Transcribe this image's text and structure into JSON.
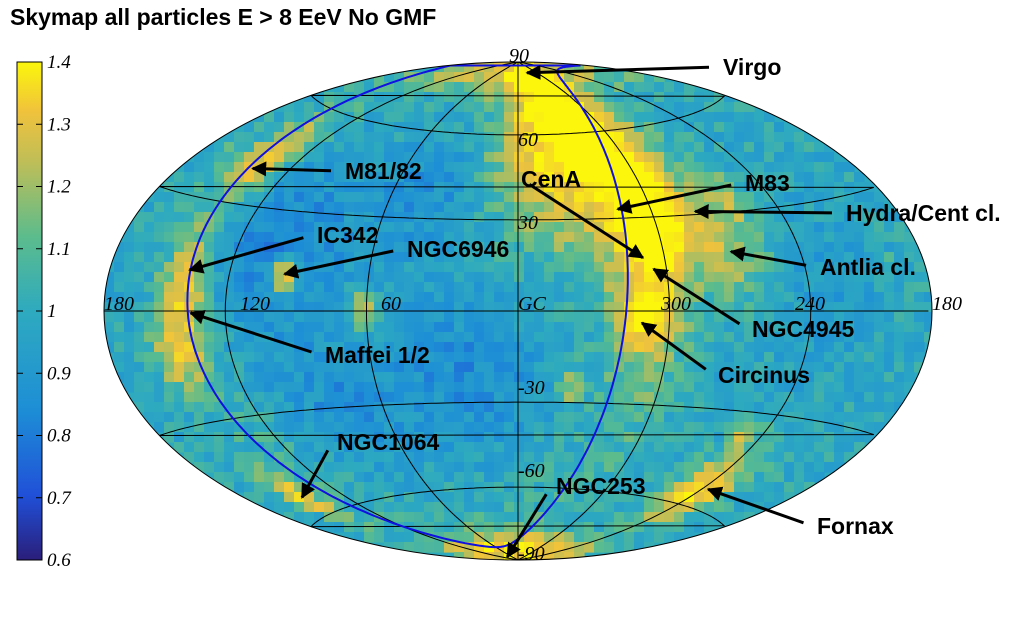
{
  "title": "Skymap all particles E > 8 EeV No GMF",
  "projection": "hammer-aitoff",
  "colors": {
    "background": "#2eaabf",
    "hot": "#fbf40c",
    "warm": "#e9c43c",
    "cool": "#1d8ed6",
    "supergalactic_plane": "#1010e0",
    "grid": "#000000"
  },
  "colorbar": {
    "min": 0.6,
    "max": 1.4,
    "labels": [
      "1.4",
      "1.3",
      "1.2",
      "1.1",
      "1",
      "0.9",
      "0.8",
      "0.7",
      "0.6"
    ]
  },
  "latitude_labels": [
    "90",
    "60",
    "30",
    "-30",
    "-60",
    "-90"
  ],
  "longitude_labels": [
    "180",
    "120",
    "60",
    "GC",
    "300",
    "240",
    "180"
  ],
  "hotspots": [
    {
      "lon": 138,
      "lat": 44,
      "lon_radius": 10,
      "lat_radius": 8,
      "intensity": 1.3
    },
    {
      "lon": 140,
      "lat": 6,
      "lon_radius": 8,
      "lat_radius": 12,
      "intensity": 1.3
    },
    {
      "lon": 146,
      "lat": -12,
      "lon_radius": 8,
      "lat_radius": 6,
      "intensity": 1.2
    },
    {
      "lon": 95.5,
      "lat": 11,
      "lon_radius": 4,
      "lat_radius": 4,
      "intensity": 1.4
    },
    {
      "lon": 62,
      "lat": 0,
      "lon_radius": 4,
      "lat_radius": 4,
      "intensity": 1.3
    },
    {
      "lon": 147,
      "lat": -55,
      "lon_radius": 6,
      "lat_radius": 6,
      "intensity": 1.3
    },
    {
      "lon": 330,
      "lat": 60,
      "lon_radius": 30,
      "lat_radius": 25,
      "intensity": 1.45
    },
    {
      "lon": 306,
      "lat": 20,
      "lon_radius": 10,
      "lat_radius": 30,
      "intensity": 1.3
    },
    {
      "lon": 310,
      "lat": -2,
      "lon_radius": 5,
      "lat_radius": 5,
      "intensity": 1.3
    },
    {
      "lon": 290,
      "lat": 30,
      "lon_radius": 10,
      "lat_radius": 10,
      "intensity": 1.18
    },
    {
      "lon": 272,
      "lat": 18,
      "lon_radius": 12,
      "lat_radius": 10,
      "intensity": 1.15
    },
    {
      "lon": 262,
      "lat": 34,
      "lon_radius": 7,
      "lat_radius": 6,
      "intensity": 1.15
    },
    {
      "lon": 338,
      "lat": -24,
      "lon_radius": 3,
      "lat_radius": 4,
      "intensity": 1.2
    },
    {
      "lon": 248,
      "lat": -38,
      "lon_radius": 4,
      "lat_radius": 4,
      "intensity": 1.25
    },
    {
      "lon": 240,
      "lat": -55,
      "lon_radius": 14,
      "lat_radius": 8,
      "intensity": 1.35
    },
    {
      "lon": 0,
      "lat": -86,
      "lon_radius": 180,
      "lat_radius": 6,
      "intensity": 1.35
    },
    {
      "lon": 0,
      "lat": 84,
      "lon_radius": 180,
      "lat_radius": 6,
      "intensity": 1.25
    },
    {
      "lon": 168,
      "lat": 44,
      "lon_radius": 3,
      "lat_radius": 3,
      "intensity": 1.1
    },
    {
      "lon": 200,
      "lat": 10,
      "lon_radius": 3,
      "lat_radius": 3,
      "intensity": 1.1
    }
  ],
  "cold_regions": [
    {
      "lon": 105,
      "lat": 20,
      "lon_radius": 25,
      "lat_radius": 20,
      "depth": 0.15
    },
    {
      "lon": 40,
      "lat": 40,
      "lon_radius": 20,
      "lat_radius": 15,
      "depth": 0.12
    },
    {
      "lon": 20,
      "lat": -20,
      "lon_radius": 25,
      "lat_radius": 20,
      "depth": 0.12
    },
    {
      "lon": 80,
      "lat": -30,
      "lon_radius": 20,
      "lat_radius": 15,
      "depth": 0.1
    },
    {
      "lon": 230,
      "lat": 5,
      "lon_radius": 15,
      "lat_radius": 15,
      "depth": 0.08
    }
  ],
  "supergalactic_plane": {
    "pole_lon": 47.37,
    "pole_lat": 6.32
  },
  "sources": [
    {
      "name": "Virgo",
      "lon": 330,
      "lat": 85,
      "label_x": 723,
      "label_y": 75
    },
    {
      "name": "M81/82",
      "lon": 140,
      "lat": 40,
      "label_x": 345,
      "label_y": 179
    },
    {
      "name": "CenA",
      "lon": 309,
      "lat": 17,
      "label_x": 521,
      "label_y": 187
    },
    {
      "name": "M83",
      "lon": 315,
      "lat": 33,
      "label_x": 745,
      "label_y": 191
    },
    {
      "name": "Hydra/Cent cl.",
      "lon": 280,
      "lat": 31,
      "label_x": 846,
      "label_y": 221
    },
    {
      "name": "IC342",
      "lon": 139,
      "lat": 11,
      "label_x": 317,
      "label_y": 243
    },
    {
      "name": "NGC6946",
      "lon": 95.5,
      "lat": 11,
      "label_x": 407,
      "label_y": 257
    },
    {
      "name": "Antlia cl.",
      "lon": 271,
      "lat": 18,
      "label_x": 820,
      "label_y": 275
    },
    {
      "name": "NGC4945",
      "lon": 305.3,
      "lat": 13.3,
      "label_x": 752,
      "label_y": 337
    },
    {
      "name": "Maffei 1/2",
      "lon": 136,
      "lat": -0.5,
      "label_x": 325,
      "label_y": 363
    },
    {
      "name": "Circinus",
      "lon": 311,
      "lat": -3.8,
      "label_x": 718,
      "label_y": 383
    },
    {
      "name": "NGC1064",
      "lon": 147,
      "lat": -54,
      "label_x": 337,
      "label_y": 450
    },
    {
      "name": "NGC253",
      "lon": 97,
      "lat": -88,
      "label_x": 556,
      "label_y": 494
    },
    {
      "name": "Fornax",
      "lon": 236,
      "lat": -54,
      "label_x": 817,
      "label_y": 534
    }
  ]
}
